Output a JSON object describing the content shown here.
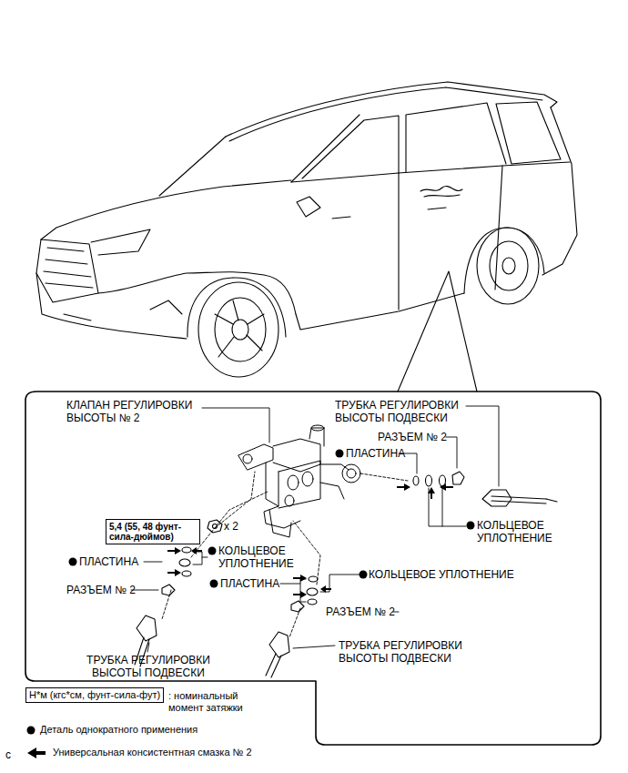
{
  "diagram": {
    "nodes": [
      {
        "text": [
          "5,4 (55, 48 фунт-сила-дюймов)"
        ]
      },
      {
        "text": [
          "Н*м (кгс*см, фунт-сила-фут)"
        ]
      }
    ],
    "labels": [
      "КЛАПАН РЕГУЛИРОВКИ ВЫСОТЫ № 2",
      "ТРУБКА РЕГУЛИРОВКИ ВЫСОТЫ ПОДВЕСКИ",
      "РАЗЪЕМ № 2",
      "ПЛАСТИНА",
      "КОЛЬЦЕВОЕ УПЛОТНЕНИЕ",
      "x 2",
      "ПЛАСТИНА",
      "КОЛЬЦЕВОЕ УПЛОТНЕНИЕ",
      "РАЗЪЕМ № 2",
      "ПЛАСТИНА",
      "КОЛЬЦЕВОЕ УПЛОТНЕНИЕ",
      "РАЗЪЕМ № 2",
      "ТРУБКА РЕГУЛИРОВКИ ВЫСОТЫ ПОДВЕСКИ",
      "ТРУБКА РЕГУЛИРОВКИ ВЫСОТЫ ПОДВЕСКИ",
      "c"
    ],
    "legend": [
      {
        "text": ": номинальный момент затяжки"
      },
      {
        "text": "Деталь однократного применения"
      },
      {
        "text": "Универсальная консистентная смазка № 2"
      }
    ]
  }
}
